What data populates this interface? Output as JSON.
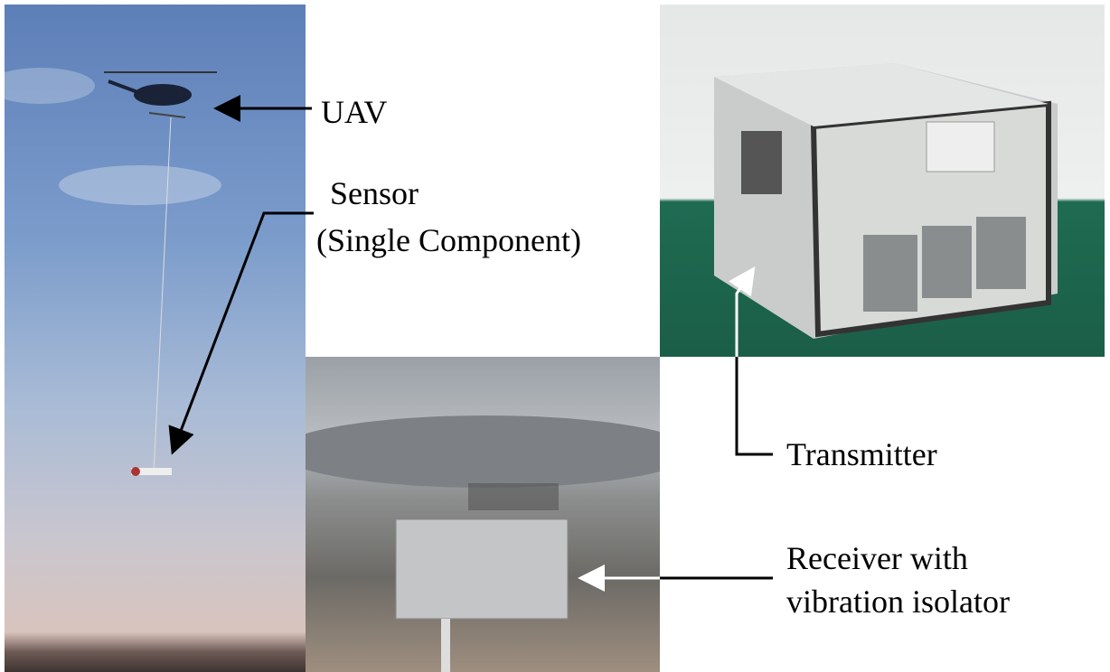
{
  "labels": {
    "uav": "UAV",
    "sensor_line1": "Sensor",
    "sensor_line2": "(Single Component)",
    "transmitter": "Transmitter",
    "receiver_line1": "Receiver with",
    "receiver_line2": "vibration isolator"
  }
}
